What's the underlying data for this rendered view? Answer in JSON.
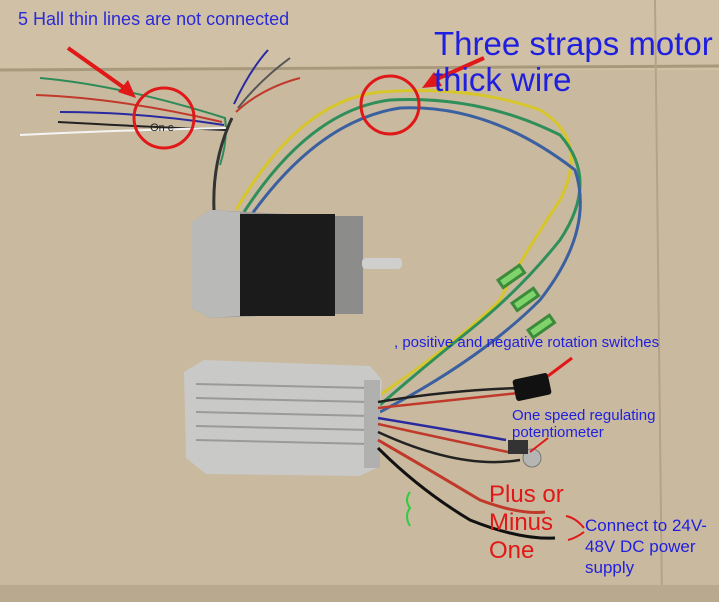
{
  "annotations": {
    "hall_lines": "5 Hall thin lines are not connected",
    "three_straps": "Three straps motor thick wire",
    "rotation": ", positive and negative rotation switches",
    "speed": "One speed regulating potentiometer",
    "plus_minus": "Plus or Minus One",
    "power": "Connect to 24V-48V DC power supply",
    "small_label": "On e"
  },
  "colors": {
    "annotation_blue": "#1f1fe0",
    "annotation_red": "#e01818",
    "cardboard": "#c9b99f"
  }
}
